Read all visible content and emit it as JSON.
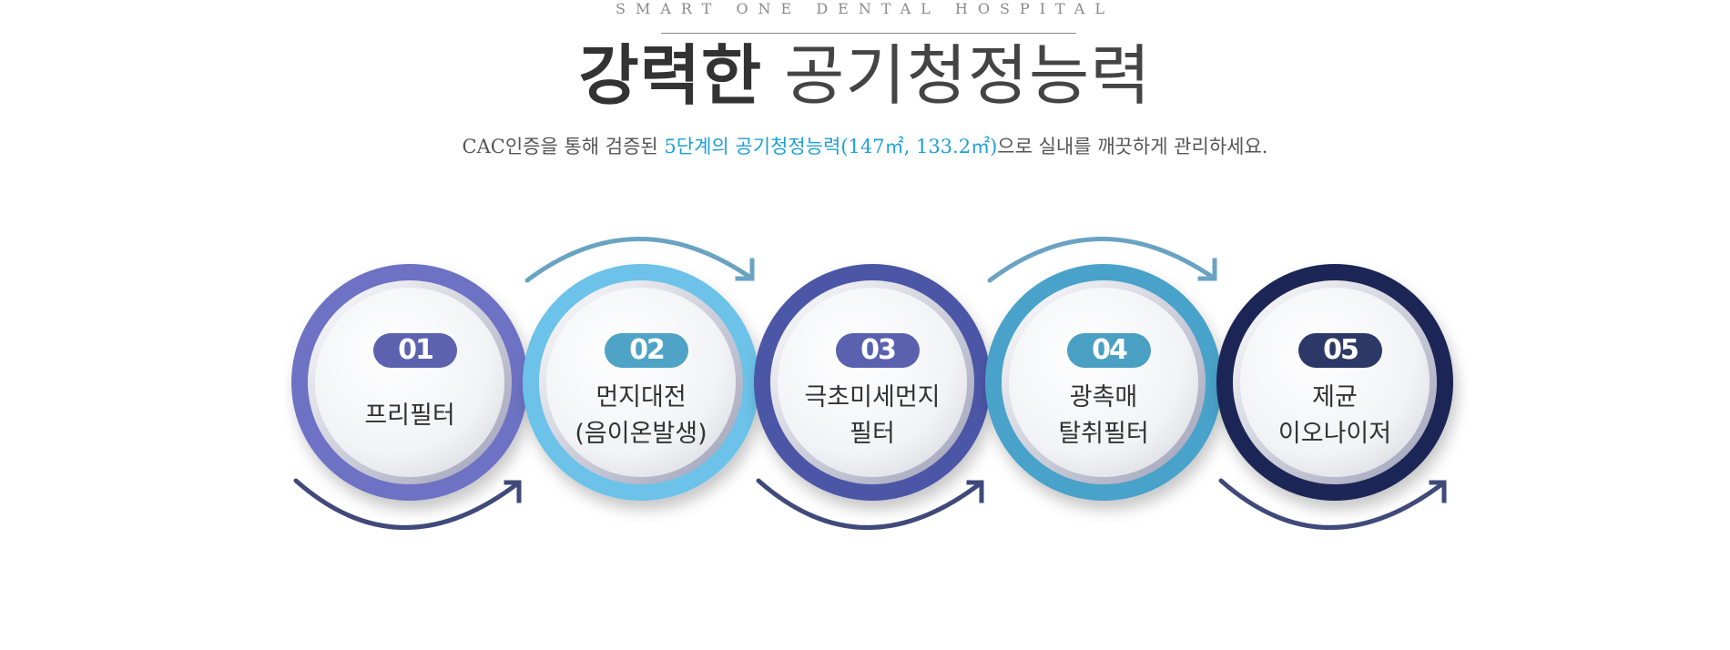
{
  "header": {
    "eyebrow": "SMART ONE DENTAL HOSPITAL",
    "title_bold": "강력한",
    "title_light": "공기청정능력"
  },
  "subtitle": {
    "prefix": "CAC인증을 통해 검증된 ",
    "highlight": "5단계의 공기청정능력(147㎡, 133.2㎡)",
    "suffix": "으로 실내를 깨끗하게 관리하세요."
  },
  "steps": [
    {
      "number": "01",
      "label": "프리필터",
      "badge_color": "#5c62ae",
      "ring_color": "#6d72c4"
    },
    {
      "number": "02",
      "label": "먼지대전\n(음이온발생)",
      "badge_color": "#4fa3c7",
      "ring_color": "#6cc2e8"
    },
    {
      "number": "03",
      "label": "극초미세먼지\n필터",
      "badge_color": "#5a62b0",
      "ring_color": "#4c57a6"
    },
    {
      "number": "04",
      "label": "광촉매\n탈취필터",
      "badge_color": "#4aa0c2",
      "ring_color": "#4aa2c9"
    },
    {
      "number": "05",
      "label": "제균\n이오나이저",
      "badge_color": "#2c3966",
      "ring_color": "#1b2557"
    }
  ],
  "colors": {
    "highlight": "#1ea0d8",
    "arrow_top": "#6aa3c2",
    "arrow_bottom": "#3f4a7a"
  }
}
